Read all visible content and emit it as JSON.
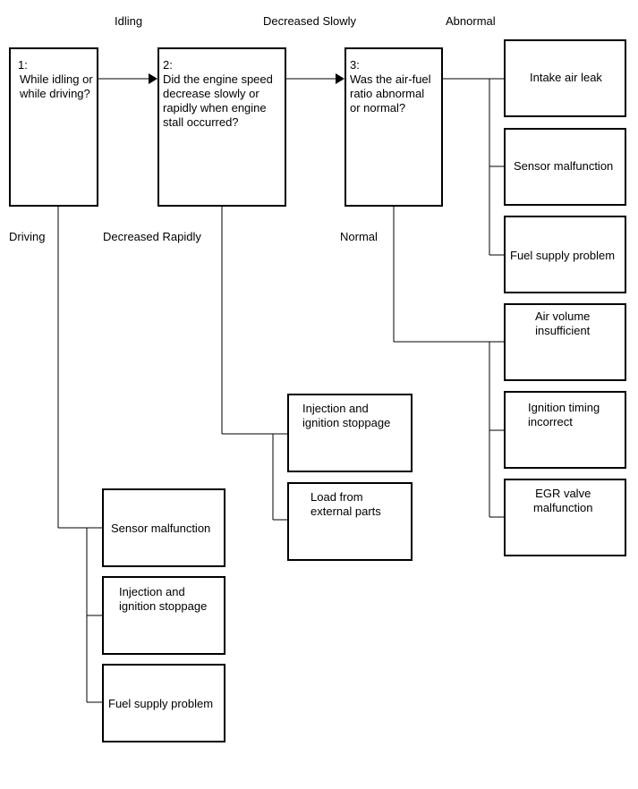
{
  "questions": {
    "q1": {
      "number": "1:",
      "text": "While idling or\nwhile driving?"
    },
    "q2": {
      "number": "2:",
      "text": "Did the engine speed\ndecrease slowly or\nrapidly when engine\nstall occurred?"
    },
    "q3": {
      "number": "3:",
      "text": "Was the air-fuel\nratio abnormal\nor normal?"
    }
  },
  "branch_labels": {
    "idling": "Idling",
    "driving": "Driving",
    "decreased_slowly": "Decreased Slowly",
    "decreased_rapidly": "Decreased Rapidly",
    "abnormal": "Abnormal",
    "normal": "Normal"
  },
  "outcomes": {
    "abnormal": [
      "Intake air leak",
      "Sensor malfunction",
      "Fuel supply problem"
    ],
    "normal": [
      "Air volume\ninsufficient",
      "Ignition timing\nincorrect",
      "EGR valve\nmalfunction"
    ],
    "rapidly": [
      "Injection and\nignition stoppage",
      "Load from\nexternal parts"
    ],
    "driving": [
      "Sensor malfunction",
      "Injection and\nignition stoppage",
      "Fuel supply problem"
    ]
  }
}
